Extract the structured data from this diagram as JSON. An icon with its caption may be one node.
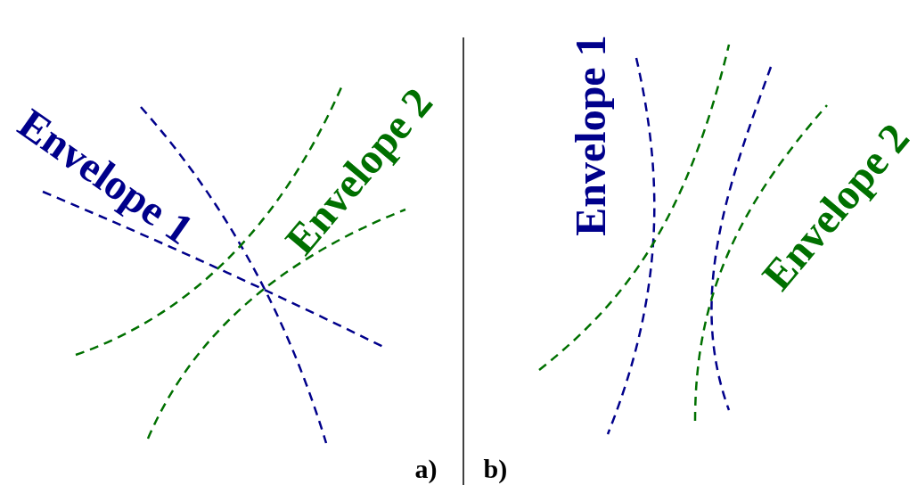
{
  "diagram": {
    "labels": [
      "Envelope 1",
      "Envelope 2",
      "a)",
      "Envelope 1",
      "Envelope 2",
      "b)"
    ]
  }
}
